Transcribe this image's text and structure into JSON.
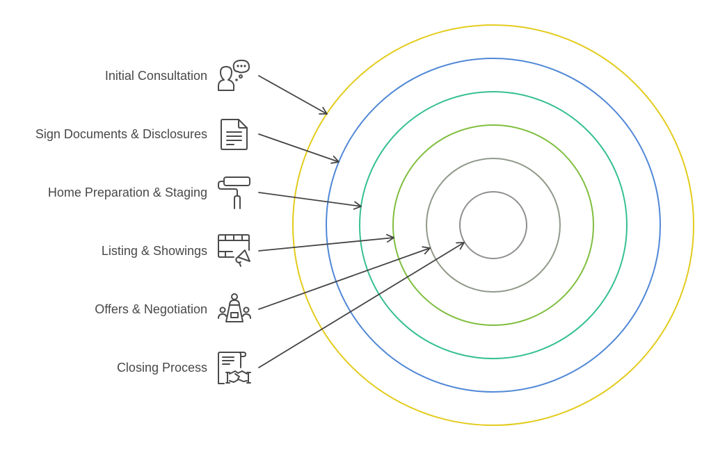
{
  "diagram": {
    "type": "concentric-target",
    "title": "",
    "center_label": "",
    "rings_outer_to_inner": [
      {
        "color": "#e3cb1c"
      },
      {
        "color": "#4f87d6"
      },
      {
        "color": "#36c08f"
      },
      {
        "color": "#7fbe3e"
      },
      {
        "color": "#909a8a"
      },
      {
        "color": "#8f8f8f"
      }
    ],
    "arrow_color": "#444444",
    "text_color": "#484848",
    "icon_color": "#4a4a4a",
    "steps": [
      {
        "label": "Initial Consultation",
        "icon": "consultation-person-speech-icon",
        "target_ring": 1
      },
      {
        "label": "Sign Documents & Disclosures",
        "icon": "document-icon",
        "target_ring": 2
      },
      {
        "label": "Home Preparation & Staging",
        "icon": "paint-roller-icon",
        "target_ring": 3
      },
      {
        "label": "Listing & Showings",
        "icon": "listing-megaphone-icon",
        "target_ring": 4
      },
      {
        "label": "Offers & Negotiation",
        "icon": "meeting-table-icon",
        "target_ring": 5
      },
      {
        "label": "Closing Process",
        "icon": "contract-handshake-icon",
        "target_ring": 6
      }
    ]
  }
}
